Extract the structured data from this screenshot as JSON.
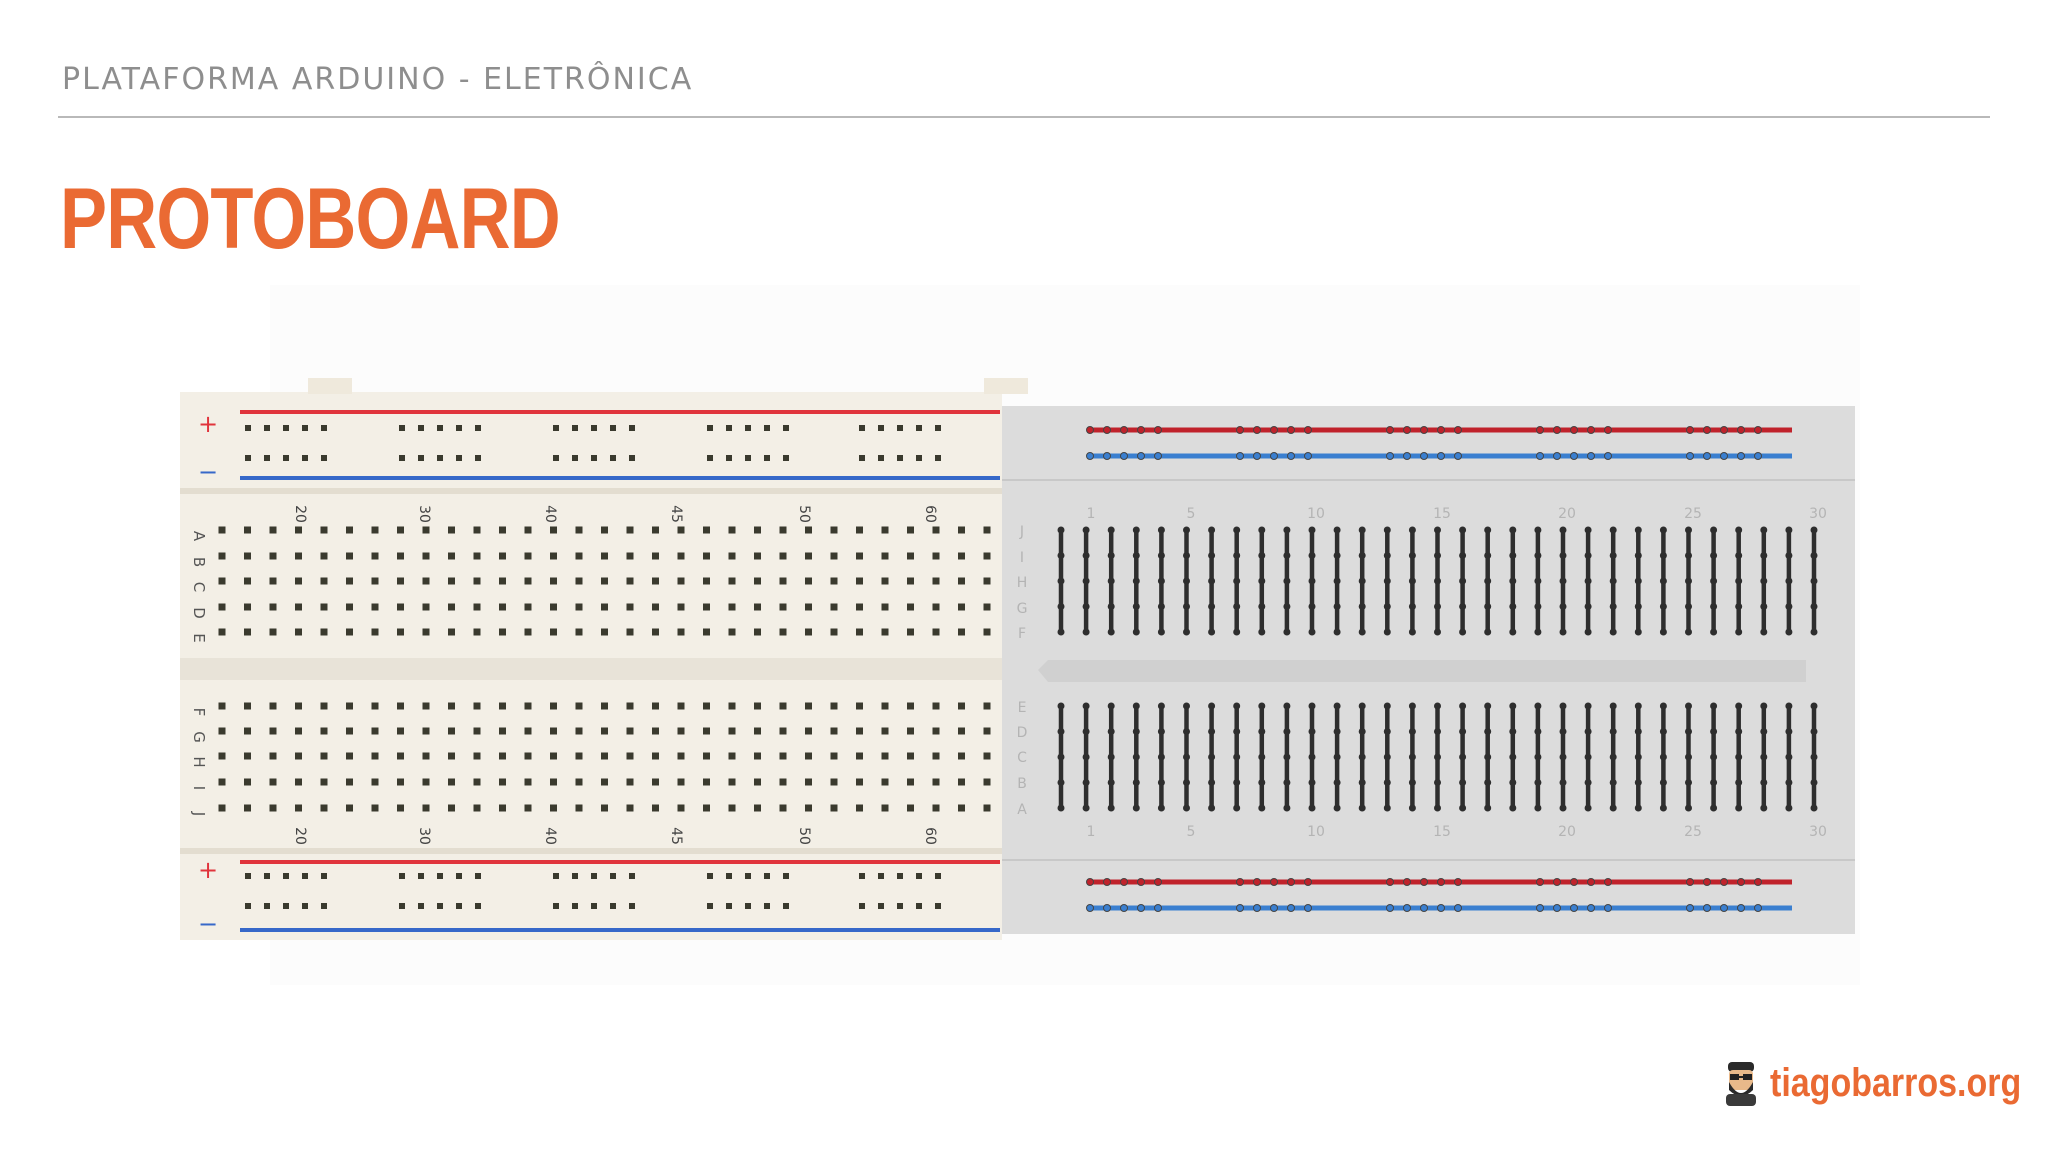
{
  "header": {
    "section_title": "PLATAFORMA ARDUINO - ELETRÔNICA"
  },
  "slide": {
    "title": "PROTOBOARD"
  },
  "figure": {
    "rail_plus_symbol": "+",
    "rail_minus_symbol": "−",
    "row_letters_top_photo": [
      "A",
      "B",
      "C",
      "D",
      "E"
    ],
    "row_letters_bottom_photo": [
      "F",
      "G",
      "H",
      "I",
      "J"
    ],
    "photo_column_numbers": [
      "20",
      "30",
      "40",
      "45",
      "50",
      "60"
    ],
    "row_letters_top_diagram": [
      "J",
      "I",
      "H",
      "G",
      "F"
    ],
    "row_letters_bottom_diagram": [
      "E",
      "D",
      "C",
      "B",
      "A"
    ],
    "diagram_column_numbers": [
      "1",
      "5",
      "10",
      "15",
      "20",
      "25",
      "30"
    ]
  },
  "footer": {
    "brand": "tiagobarros.org"
  },
  "colors": {
    "accent": "#ea6a33",
    "rail_red": "#c0222b",
    "rail_blue": "#3a7fd0",
    "diagram_bg": "#dcdcdc",
    "board_bg": "#f4f1ea"
  },
  "icons": {
    "brand_logo": "bearded-avatar-icon"
  }
}
